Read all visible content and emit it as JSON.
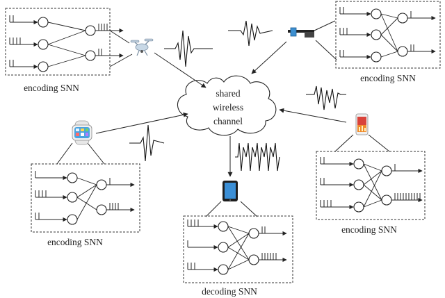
{
  "cloud": {
    "line1": "shared",
    "line2": "wireless",
    "line3": "channel"
  },
  "labels": {
    "encoder_top_left": "encoding SNN",
    "encoder_top_right": "encoding SNN",
    "encoder_bottom_left": "encoding SNN",
    "encoder_bottom_right": "encoding SNN",
    "decoder": "decoding SNN"
  },
  "devices": {
    "top_left": "drone-icon",
    "top_right": "smart-glasses-icon",
    "mid_left": "smartwatch-icon",
    "mid_right": "smartphone-icon",
    "bottom_center": "tablet-icon"
  },
  "colors": {
    "line": "#222222",
    "drone": "#c8d8e6",
    "glasses_lens": "#3d8fd0",
    "watch_screen": "#4aa3e0",
    "phone_body": "#d9433a",
    "tablet_screen": "#3b8fd6"
  }
}
